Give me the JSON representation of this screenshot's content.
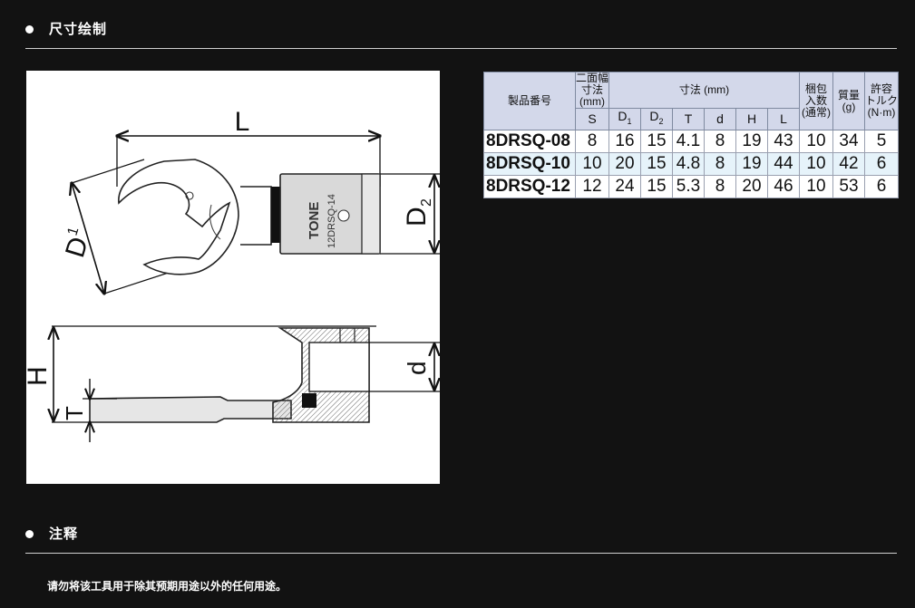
{
  "sections": {
    "dimensions_title": "尺寸绘制",
    "notes_title": "注释"
  },
  "notes_text": "请勿将该工具用于除其预期用途以外的任何用途。",
  "diagram": {
    "label_L": "L",
    "label_D1": "D",
    "label_D1_sub": "1",
    "label_D2": "D",
    "label_D2_sub": "2",
    "label_H": "H",
    "label_T": "T",
    "label_d": "d",
    "brand": "TONE",
    "model": "12DRSQ-14"
  },
  "table": {
    "header": {
      "model": "製品番号",
      "width_l1": "二面幅",
      "width_l2": "寸法",
      "width_l3": "(mm)",
      "dims": "寸法 (mm)",
      "pack_l1": "梱包",
      "pack_l2": "入数",
      "pack_l3": "(通常)",
      "mass_l1": "質量",
      "mass_l2": "(g)",
      "torque_l1": "許容",
      "torque_l2": "トルク",
      "torque_l3": "(N·m)"
    },
    "sub": {
      "S": "S",
      "D1": "D",
      "D1_sub": "1",
      "D2": "D",
      "D2_sub": "2",
      "T": "T",
      "d": "d",
      "H": "H",
      "L": "L"
    },
    "rows": [
      {
        "model": "8DRSQ-08",
        "S": "8",
        "D1": "16",
        "D2": "15",
        "T": "4.1",
        "d": "8",
        "H": "19",
        "L": "43",
        "pack": "10",
        "mass": "34",
        "torque": "5"
      },
      {
        "model": "8DRSQ-10",
        "S": "10",
        "D1": "20",
        "D2": "15",
        "T": "4.8",
        "d": "8",
        "H": "19",
        "L": "44",
        "pack": "10",
        "mass": "42",
        "torque": "6"
      },
      {
        "model": "8DRSQ-12",
        "S": "12",
        "D1": "24",
        "D2": "15",
        "T": "5.3",
        "d": "8",
        "H": "20",
        "L": "46",
        "pack": "10",
        "mass": "53",
        "torque": "6"
      }
    ]
  }
}
